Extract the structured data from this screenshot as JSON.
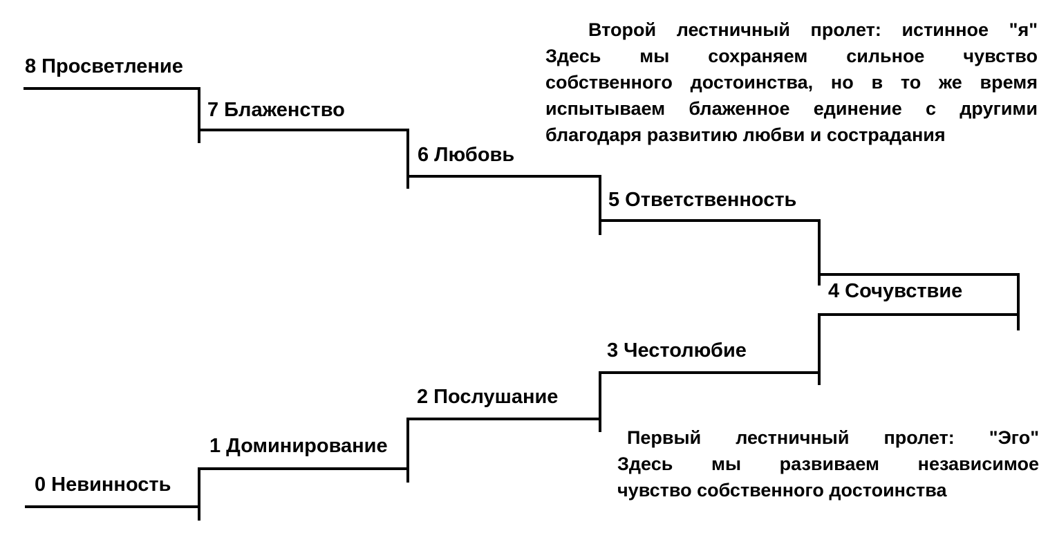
{
  "background": "#ffffff",
  "line_color": "#000000",
  "text_color": "#000000",
  "steps": [
    {
      "label": "0 Невинность"
    },
    {
      "label": "1 Доминирование"
    },
    {
      "label": "2 Послушание"
    },
    {
      "label": "3 Честолюбие"
    },
    {
      "label": "4 Сочувствие"
    },
    {
      "label": "5 Ответственность"
    },
    {
      "label": "6 Любовь"
    },
    {
      "label": "7 Блаженство"
    },
    {
      "label": "8 Просветление"
    }
  ],
  "annotations": {
    "second_flight": {
      "lines": [
        "Второй лестничный пролет: истинное \"я\"",
        "Здесь мы сохраняем сильное чувство",
        "собственного достоинства, но в то же время",
        "испытываем блаженное единение с другими",
        "благодаря развитию любви и сострадания"
      ]
    },
    "first_flight": {
      "lines": [
        "Первый лестничный пролет: \"Эго\"",
        "Здесь мы развиваем независимое",
        "чувство собственного достоинства"
      ]
    }
  }
}
